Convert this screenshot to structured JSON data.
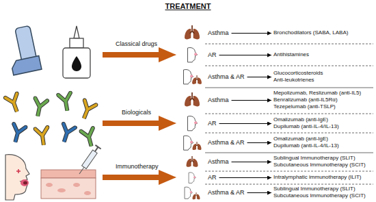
{
  "diagram": {
    "title": "TREATMENT",
    "nodes": [
      {
        "text": [
          "Asthma"
        ]
      },
      {
        "text": [
          "Bronchodilators (SABA, LABA)"
        ]
      },
      {
        "text": [
          "AR"
        ]
      },
      {
        "text": [
          "Antihistamines"
        ]
      },
      {
        "text": [
          "Asthma & AR"
        ]
      },
      {
        "text": [
          "Glucocorticosteroids",
          "Anti-leukotrienes"
        ]
      },
      {
        "text": [
          "Asthma"
        ]
      },
      {
        "text": [
          "Mepolizumab, Reslizumab (anti-IL5)",
          "Benralizumab (anti-IL5Rα)",
          "Tezepelumab (anti-TSLP)"
        ]
      },
      {
        "text": [
          "AR"
        ]
      },
      {
        "text": [
          "Omalizumab (anti-IgE)",
          "Dupilumab (anti-IL-4/IL-13)"
        ]
      },
      {
        "text": [
          "Asthma & AR"
        ]
      },
      {
        "text": [
          "Omalizumab (anti-IgE)",
          "Dupilumab (anti-IL-4/IL-13)"
        ]
      },
      {
        "text": [
          "Asthma"
        ]
      },
      {
        "text": [
          "Sublingual Immunotherapy (SLIT)",
          "Subcutaneous Immunotherapy (SCIT)"
        ]
      },
      {
        "text": [
          "AR"
        ]
      },
      {
        "text": [
          "Intralymphatic immunotherapy (ILIT)"
        ]
      },
      {
        "text": [
          "Asthma & AR"
        ]
      },
      {
        "text": [
          "Sublingual Immunotherapy (SLIT)",
          "Subcutaneous Immunotherapy (SCIT)"
        ]
      }
    ],
    "edges": [
      {
        "from": 0,
        "to": 1,
        "arrow": "to"
      },
      {
        "from": 2,
        "to": 3,
        "arrow": "to"
      },
      {
        "from": 4,
        "to": 5,
        "arrow": "to"
      },
      {
        "from": 6,
        "to": 7,
        "arrow": "to"
      },
      {
        "from": 8,
        "to": 9,
        "arrow": "to"
      },
      {
        "from": 10,
        "to": 11,
        "arrow": "to"
      },
      {
        "from": 12,
        "to": 13,
        "arrow": "to"
      },
      {
        "from": 14,
        "to": 15,
        "arrow": "to"
      },
      {
        "from": 16,
        "to": 17,
        "arrow": "to"
      }
    ],
    "labels": [
      "Classical drugs",
      "Biologicals",
      "Immunotherapy"
    ]
  }
}
